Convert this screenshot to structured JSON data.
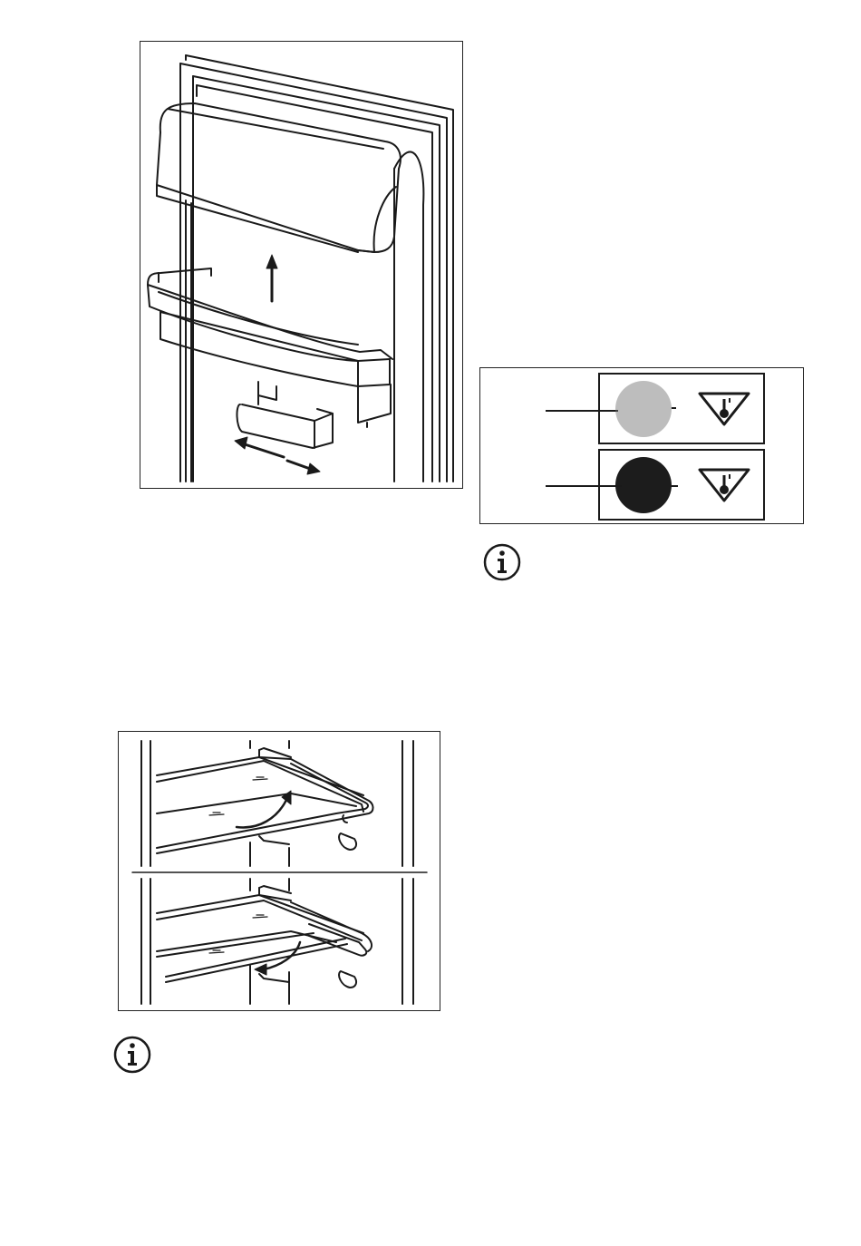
{
  "figures": {
    "door_balcony": {
      "icon": "door-balcony-removal-illustration"
    },
    "temperature_indicator": {
      "icon": "temperature-indicator-illustration",
      "states": [
        {
          "icon": "indicator-dot-light",
          "color": "#bdbdbd"
        },
        {
          "icon": "indicator-dot-dark",
          "color": "#1c1c1c"
        }
      ],
      "symbol_icon": "temperature-warning-symbol-icon"
    },
    "shelves": {
      "icon": "shelf-folding-illustration"
    }
  },
  "notes": [
    {
      "icon": "info-icon"
    },
    {
      "icon": "info-icon"
    }
  ]
}
